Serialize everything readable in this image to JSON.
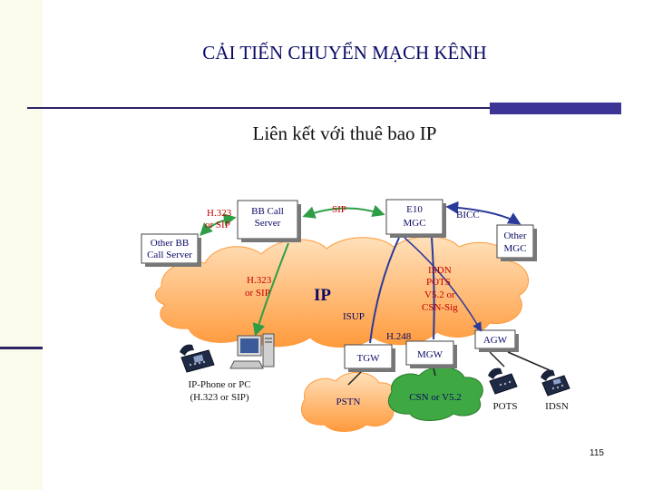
{
  "slide": {
    "title": "CẢI TIẾN CHUYỂN MẠCH KÊNH",
    "subtitle": "Liên kết với thuê bao IP",
    "page_number": "115"
  },
  "diagram": {
    "nodes": {
      "bb_call_server": [
        "BB Call",
        "Server"
      ],
      "e10_mgc": [
        "E10",
        "MGC"
      ],
      "other_mgc": [
        "Other",
        "MGC"
      ],
      "other_bb": [
        "Other BB",
        "Call Server"
      ],
      "tgw": "TGW",
      "mgw": "MGW",
      "agw": "AGW",
      "pstn": "PSTN",
      "csn": "CSN or V5.2",
      "ip_cloud": "IP"
    },
    "labels": {
      "sip": "SIP",
      "bicc": "BICC",
      "h323_top": [
        "H.323",
        "or SIP"
      ],
      "h323_cloud": [
        "H.323",
        "or SIP"
      ],
      "isdn": [
        "ISDN",
        "POTS",
        "V5.2 or",
        "CSN-Sig"
      ],
      "isup": "ISUP",
      "h248": "H.248",
      "ipphone": [
        "IP-Phone or PC",
        "(H.323 or SIP)"
      ],
      "pots": "POTS",
      "isdn_bottom": "IDSN"
    },
    "colors": {
      "box_fill": "#ffffff",
      "cloud_fill": "#ffb05e",
      "green_cloud": "#3ea842",
      "arrow_green": "#2e9e46",
      "arrow_blue": "#2a3a9a",
      "label_red": "#c00000",
      "label_blue": "#0a0a66"
    }
  }
}
